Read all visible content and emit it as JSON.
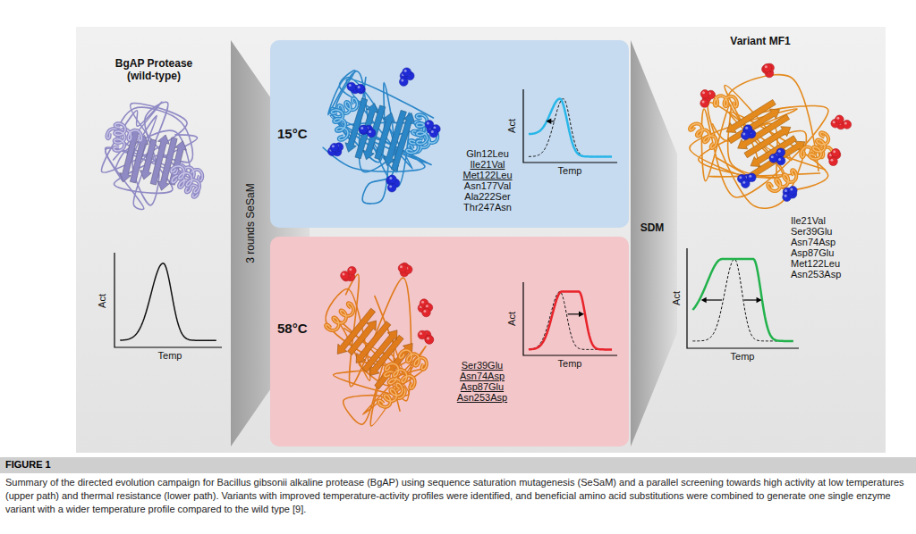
{
  "diagram": {
    "title": "FIGURE 1",
    "caption": "Summary of the directed evolution campaign for Bacillus gibsonii alkaline protease (BgAP) using sequence saturation mutagenesis (SeSaM) and a parallel screening towards high activity at low temperatures (upper path) and thermal resistance (lower path). Variants with improved temperature-activity profiles were identified, and beneficial amino acid substitutions were combined to generate one single enzyme variant with a wider temperature profile compared to the wild type [9].",
    "nodes": [
      {
        "text": [
          "3 rounds SeSaM"
        ]
      },
      {
        "text": [
          "15°C",
          "Gln12Leu",
          "Ile21Val",
          "Met122Leu",
          "Asn177Val",
          "Ala222Ser",
          "Thr247Asn"
        ]
      },
      {
        "text": [
          "58°C",
          "Ser39Glu",
          "Asn74Asp",
          "Asp87Glu",
          "Asn253Asp"
        ]
      },
      {
        "text": [
          "SDM"
        ]
      }
    ],
    "labels": [
      "BgAP Protease (wild-type)",
      "Act",
      "Temp",
      "Act",
      "Temp",
      "Act",
      "Temp",
      "Variant MF1",
      "Act",
      "Temp",
      "Ile21Val",
      "Ser39Glu",
      "Asn74Asp",
      "Asp87Glu",
      "Met122Leu",
      "Asn253Asp"
    ]
  }
}
